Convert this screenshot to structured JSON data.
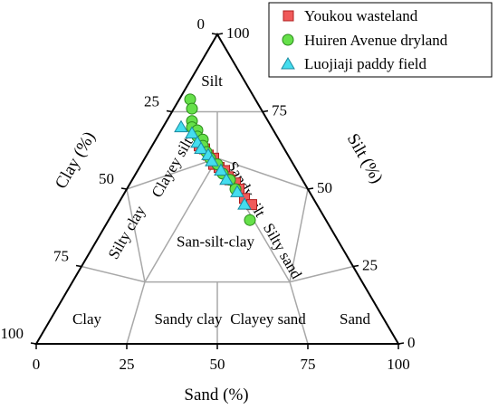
{
  "chart_data": {
    "type": "scatter",
    "subtype": "ternary",
    "axes": {
      "sand": {
        "label": "Sand (%)",
        "ticks": [
          "0",
          "25",
          "50",
          "75",
          "100"
        ]
      },
      "silt": {
        "label": "Silt (%)",
        "ticks": [
          "0",
          "25",
          "50",
          "75",
          "100"
        ]
      },
      "clay": {
        "label": "Clay (%)",
        "ticks": [
          "0",
          "25",
          "50",
          "75",
          "100"
        ]
      }
    },
    "regions": [
      {
        "name": "Silt"
      },
      {
        "name": "Clayey silt"
      },
      {
        "name": "Sandy silt"
      },
      {
        "name": "Silty clay"
      },
      {
        "name": "San-silt-clay"
      },
      {
        "name": "Silty sand"
      },
      {
        "name": "Clay"
      },
      {
        "name": "Sandy clay"
      },
      {
        "name": "Clayey sand"
      },
      {
        "name": "Sand"
      }
    ],
    "legend_position": "top-right",
    "series": [
      {
        "name": "Youkou wasteland",
        "marker": "square",
        "color": "#f05a5a",
        "points": [
          {
            "sand": 13,
            "silt": 64,
            "clay": 23
          },
          {
            "sand": 15,
            "silt": 63,
            "clay": 22
          },
          {
            "sand": 17,
            "silt": 61,
            "clay": 22
          },
          {
            "sand": 19,
            "silt": 60,
            "clay": 21
          },
          {
            "sand": 20,
            "silt": 58,
            "clay": 22
          },
          {
            "sand": 22,
            "silt": 57,
            "clay": 21
          },
          {
            "sand": 24,
            "silt": 56,
            "clay": 20
          },
          {
            "sand": 26,
            "silt": 54,
            "clay": 20
          },
          {
            "sand": 27,
            "silt": 53,
            "clay": 20
          },
          {
            "sand": 29,
            "silt": 52,
            "clay": 19
          },
          {
            "sand": 31,
            "silt": 50,
            "clay": 19
          },
          {
            "sand": 34,
            "silt": 47,
            "clay": 19
          },
          {
            "sand": 37,
            "silt": 45,
            "clay": 18
          }
        ]
      },
      {
        "name": "Huiren Avenue dryland",
        "marker": "circle",
        "color": "#66e04a",
        "points": [
          {
            "sand": 3,
            "silt": 79,
            "clay": 18
          },
          {
            "sand": 5,
            "silt": 76,
            "clay": 19
          },
          {
            "sand": 7,
            "silt": 72,
            "clay": 21
          },
          {
            "sand": 8,
            "silt": 70,
            "clay": 22
          },
          {
            "sand": 10,
            "silt": 69,
            "clay": 21
          },
          {
            "sand": 11,
            "silt": 67,
            "clay": 22
          },
          {
            "sand": 13,
            "silt": 66,
            "clay": 21
          },
          {
            "sand": 14,
            "silt": 64,
            "clay": 22
          },
          {
            "sand": 16,
            "silt": 62,
            "clay": 22
          },
          {
            "sand": 18,
            "silt": 60,
            "clay": 22
          },
          {
            "sand": 21,
            "silt": 58,
            "clay": 21
          },
          {
            "sand": 24,
            "silt": 55,
            "clay": 21
          },
          {
            "sand": 27,
            "silt": 53,
            "clay": 20
          },
          {
            "sand": 30,
            "silt": 50,
            "clay": 20
          },
          {
            "sand": 39,
            "silt": 40,
            "clay": 21
          }
        ]
      },
      {
        "name": "Luojiaji paddy field",
        "marker": "triangle",
        "color": "#44ddee",
        "points": [
          {
            "sand": 5,
            "silt": 70,
            "clay": 25
          },
          {
            "sand": 9,
            "silt": 68,
            "clay": 23
          },
          {
            "sand": 12,
            "silt": 65,
            "clay": 23
          },
          {
            "sand": 14,
            "silt": 63,
            "clay": 23
          },
          {
            "sand": 17,
            "silt": 61,
            "clay": 22
          },
          {
            "sand": 19,
            "silt": 59,
            "clay": 22
          },
          {
            "sand": 23,
            "silt": 56,
            "clay": 21
          },
          {
            "sand": 26,
            "silt": 53,
            "clay": 21
          },
          {
            "sand": 31,
            "silt": 49,
            "clay": 20
          },
          {
            "sand": 35,
            "silt": 45,
            "clay": 20
          }
        ]
      }
    ]
  }
}
